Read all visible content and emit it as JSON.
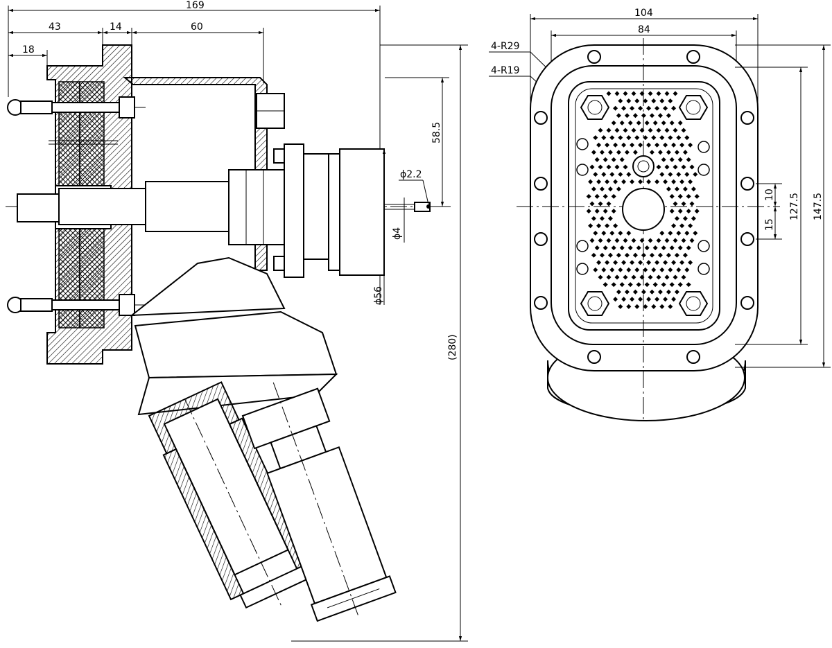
{
  "side_view": {
    "dims": {
      "overall_width": "169",
      "flange_depth": "43",
      "flange_thickness": "14",
      "housing_depth": "60",
      "stud_offset": "18",
      "vertical_offset": "58.5",
      "pin_dia": "ϕ2.2",
      "wire_dia": "ϕ4",
      "body_dia": "ϕ56",
      "overall_height": "(280)"
    }
  },
  "front_view": {
    "dims": {
      "outer_width": "104",
      "inner_width": "84",
      "outer_radius": "4-R29",
      "inner_radius": "4-R19",
      "offset_upper": "10",
      "offset_lower": "15",
      "inner_height": "127.5",
      "outer_height": "147.5"
    },
    "colors": {
      "line": "#000000",
      "background": "#ffffff"
    }
  }
}
